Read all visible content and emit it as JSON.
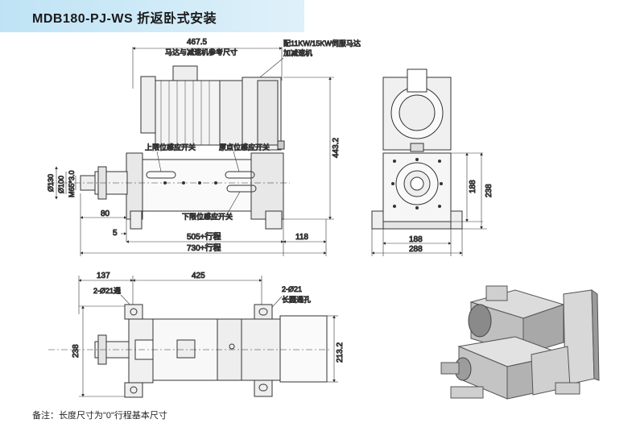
{
  "title": "MDB180-PJ-WS 折返卧式安装",
  "footnote": "备注：长度尺寸为\"0\"行程基本尺寸",
  "front_view": {
    "dim_top": "467.5",
    "label_motor_ref": "马达与减速机参考尺寸",
    "label_servo_1": "配11KW/15KW伺服马达",
    "label_servo_2": "加减速机",
    "label_upper_switch": "上限位感应开关",
    "label_origin_switch": "原点位感应开关",
    "label_lower_switch": "下限位感应开关",
    "dim_height": "443.2",
    "dim_d130": "Ø130",
    "dim_d100": "Ø100",
    "dim_thread": "M65*3.0",
    "dim_80": "80",
    "dim_5": "5",
    "dim_stroke": "505+行程",
    "dim_118": "118",
    "dim_total": "730+行程"
  },
  "side_view": {
    "dim_188_v": "188",
    "dim_238_v": "238",
    "dim_188_h": "188",
    "dim_288_h": "288"
  },
  "top_view": {
    "dim_137": "137",
    "dim_425": "425",
    "label_holes_21": "2-Ø21通",
    "label_slot_21": "2-Ø21",
    "label_slot_desc": "长圆通孔",
    "dim_238": "238",
    "dim_213": "213.2"
  }
}
